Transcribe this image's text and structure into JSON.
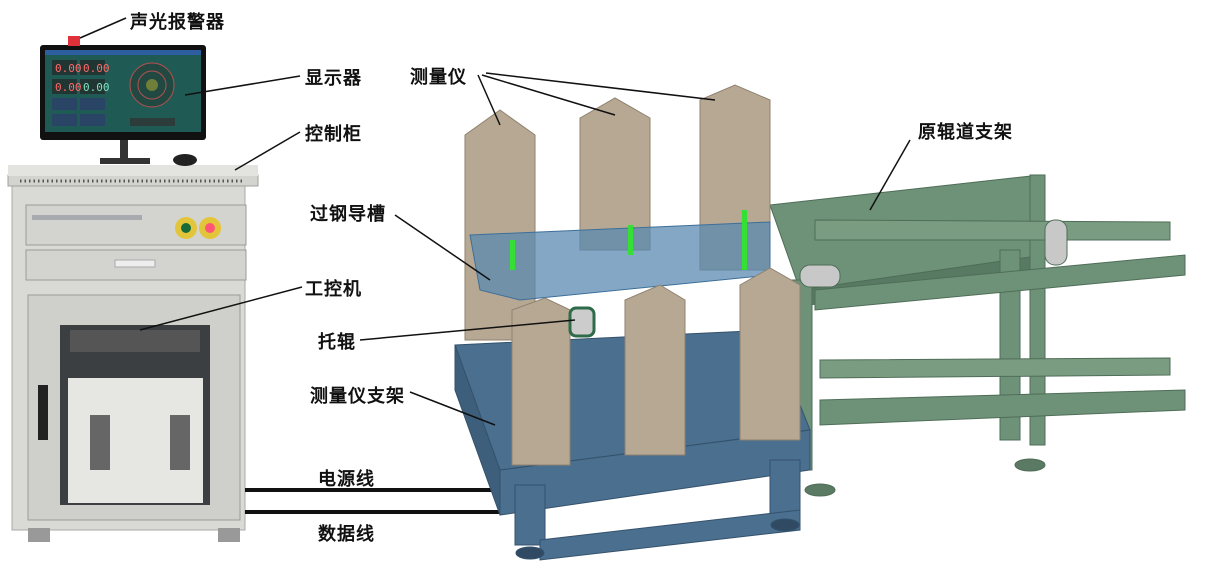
{
  "labels": {
    "alarm": "声光报警器",
    "display": "显示器",
    "cabinet": "控制柜",
    "ipc": "工控机",
    "power_cable": "电源线",
    "data_cable": "数据线",
    "gauge": "测量仪",
    "guide_groove": "过钢导槽",
    "idler": "托辊",
    "gauge_stand": "测量仪支架",
    "roller_stand": "原辊道支架"
  },
  "screen": {
    "values": [
      "0.00",
      "0.00",
      "0.00",
      "0.00"
    ]
  },
  "colors": {
    "cabinet": "#d9dad6",
    "screen": "#1f5a55",
    "gauge": "#b7a893",
    "stand": "#4a6f8f",
    "roller_frame": "#6e9277",
    "laser": "#33e033",
    "alarm": "#e0303a"
  }
}
